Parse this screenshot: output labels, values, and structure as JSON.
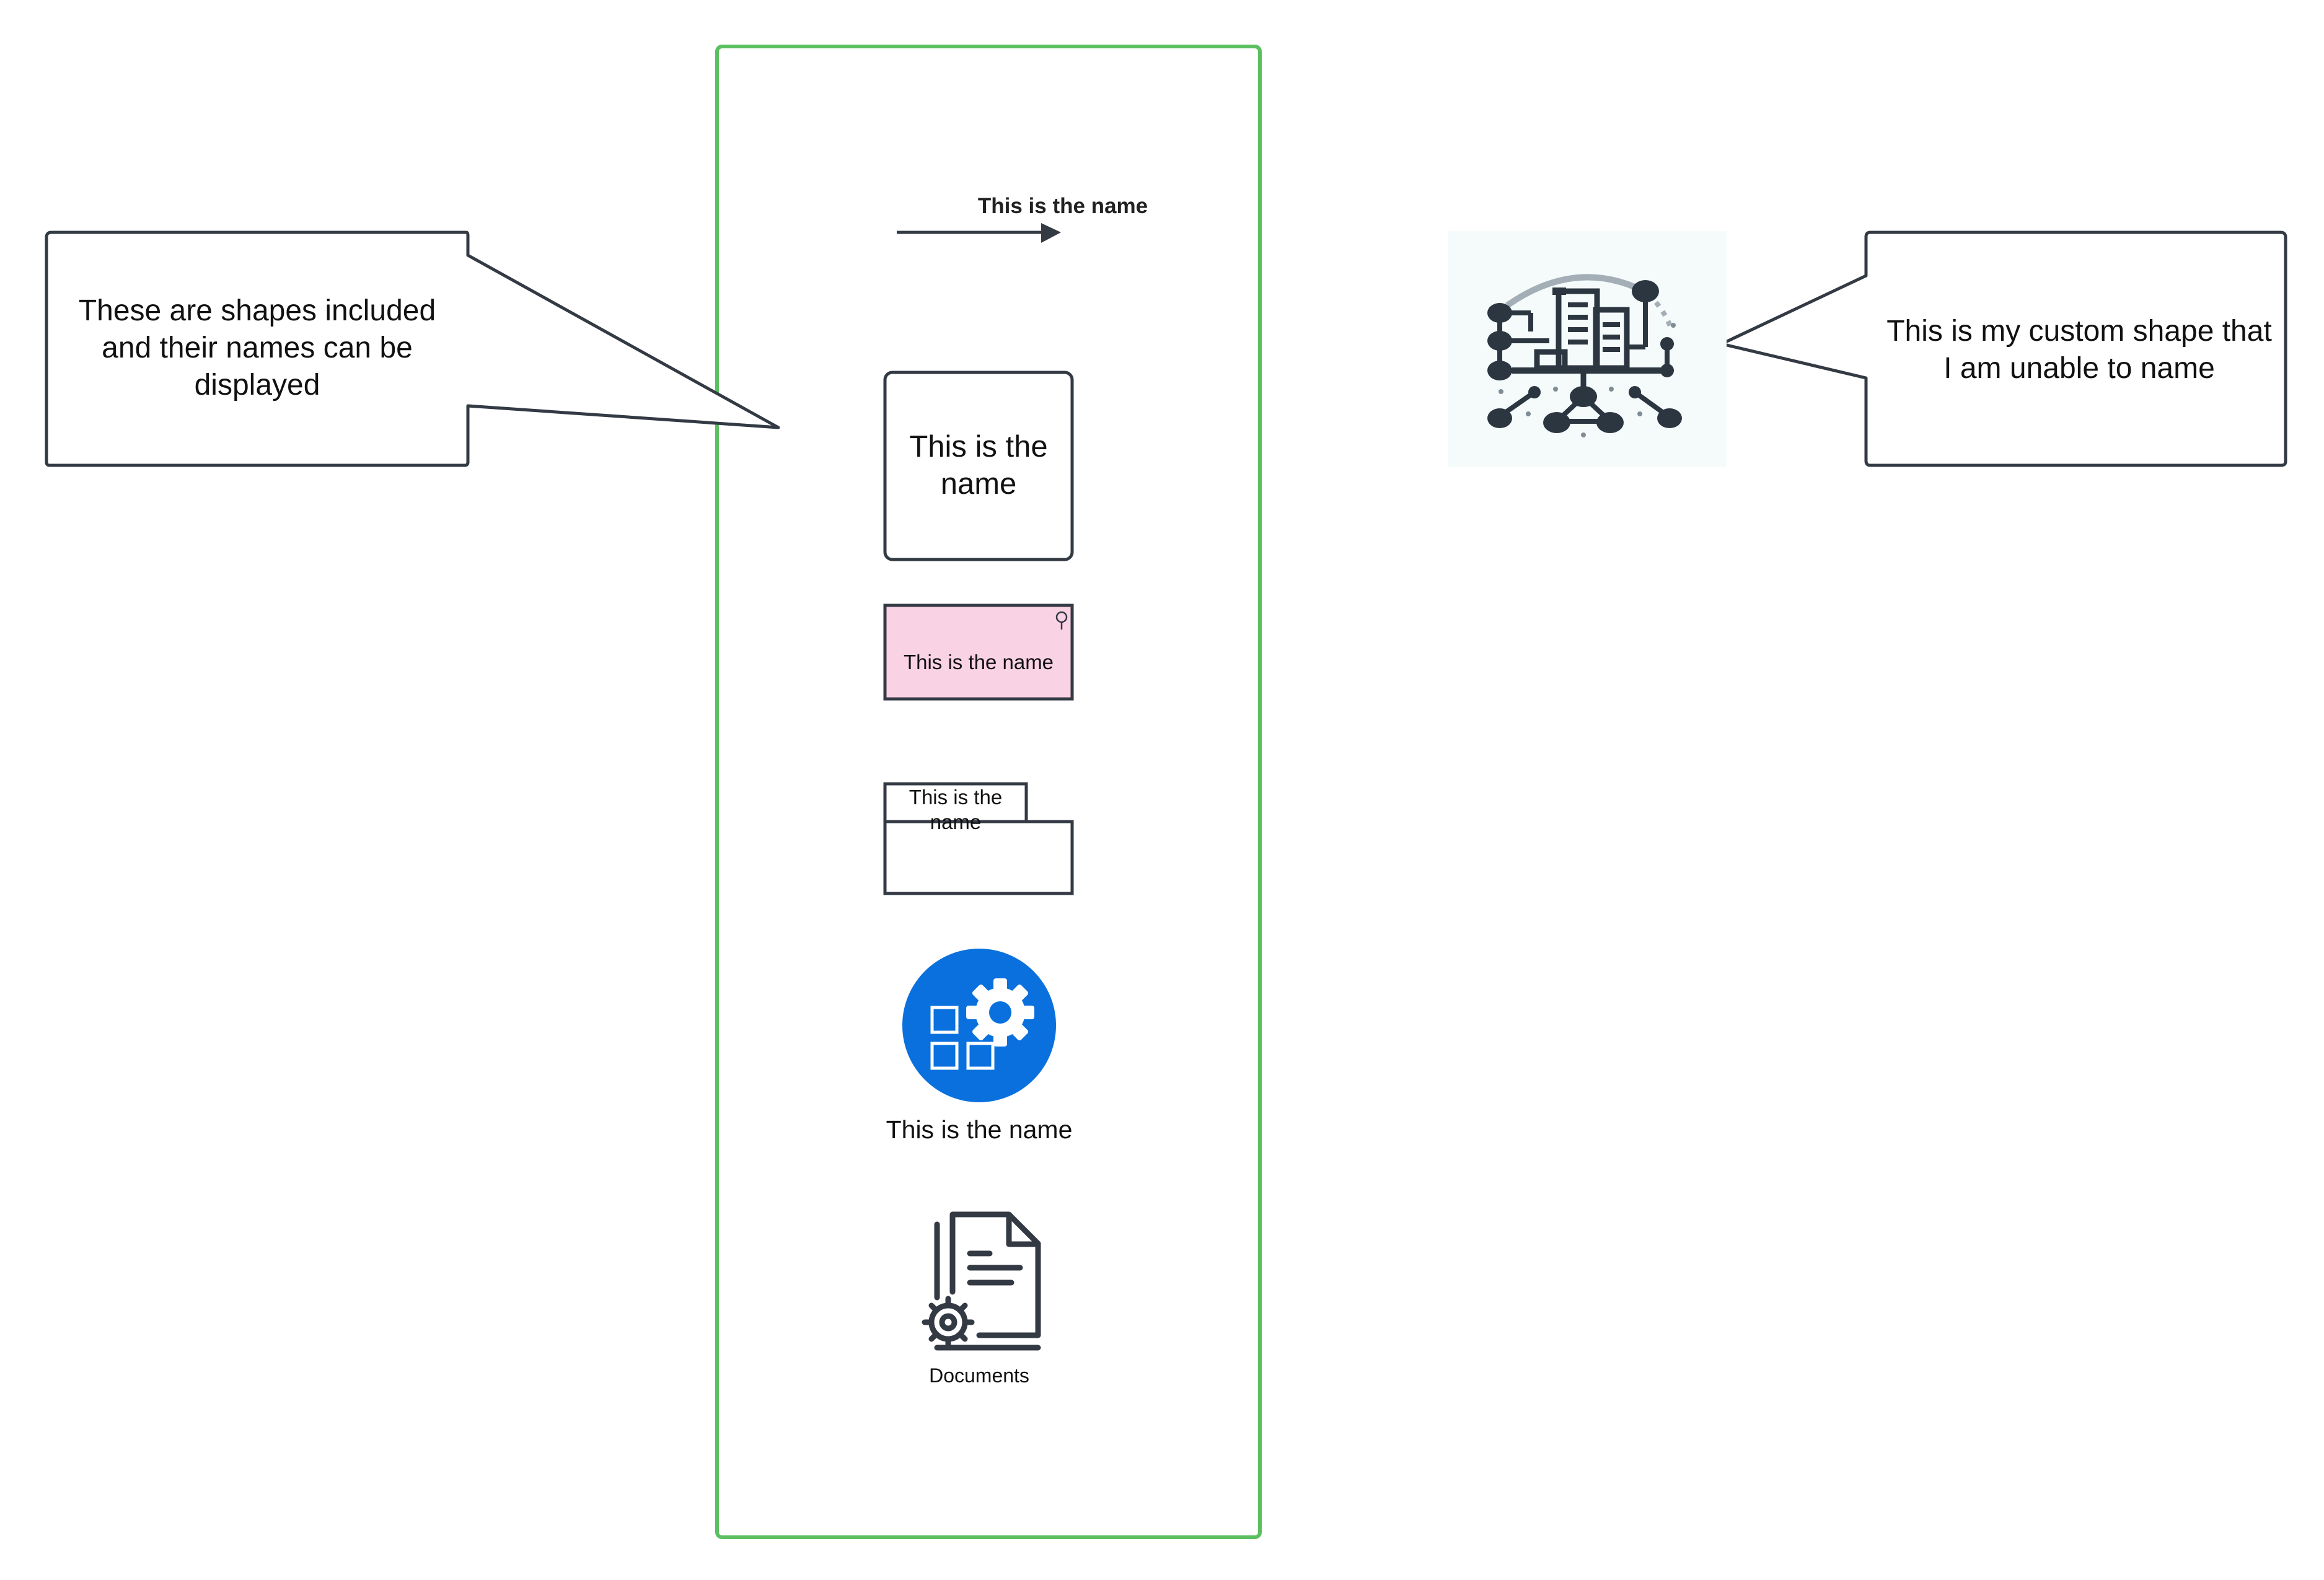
{
  "callouts": {
    "left_text": "These are shapes included and their names can be displayed",
    "right_text": "This is my custom shape that I am unable to name"
  },
  "shapes": {
    "arrow_label": "This is the name",
    "process_box_label": "This is the name",
    "note_label": "This is the name",
    "package_label": "This is the name",
    "icon_label": "This is the name",
    "documents_label": "Documents"
  },
  "colors": {
    "container_border": "#5cbf60",
    "shape_stroke": "#333a44",
    "note_fill": "#f9d2e3",
    "icon_circle": "#0a70de",
    "custom_bg": "#f5fbfb"
  },
  "icons": {
    "blue_icon": "apps-gear-icon",
    "documents_icon": "documents-gear-icon",
    "custom_shape": "building-network-icon"
  }
}
